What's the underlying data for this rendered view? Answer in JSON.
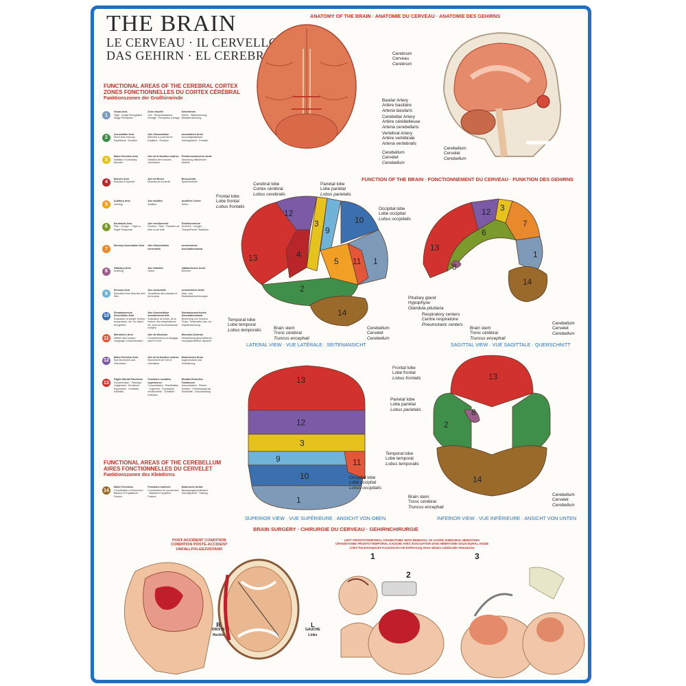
{
  "title": {
    "main": "THE BRAIN",
    "line2": "LE CERVEAU · IL CERVELLO",
    "line3": "DAS GEHIRN · EL CEREBRO"
  },
  "headers": {
    "anatomy": "ANATOMY OF THE BRAIN · ANATOMIE DU CERVEAU · ANATOMIE DES GEHIRNS",
    "function": "FUNCTION OF THE BRAIN · FONCTIONNEMENT DU CERVEAU · FUNKTION DES GEHIRNS",
    "lateral": "LATERAL VIEW · VUE LATÉRALE · SEITENANSICHT",
    "sagittal": "SAGITTAL VIEW · VUE SAGITTALE · QUERSCHNITT",
    "superior": "SUPERIOR VIEW · VUE SUPÉRIEURE · ANSICHT VON OBEN",
    "inferior": "INFERIOR VIEW · VUE INFÉRIEURE · ANSICHT VON UNTEN",
    "surgery": "BRAIN SURGERY · CHIRURGIE DU CERVEAU · GEHIRNCHIRURGIE",
    "post_accident": [
      "POST-ACCIDENT CONDITION",
      "CONDITION POSTE-ACCIDENT",
      "UNFALLFOLGEZUSTAND"
    ],
    "craniotomy": [
      "LEFT FRONTOTEMPORAL CRANIOTOMY WITH REMOVAL OF ACUTE SUBDURAL HEMATOMA",
      "CRANIOTOMIE FRONTO-TEMPORAL GAUCHE AVEC ÉVACUATION D'UN HÉMATOME SOUS-DURAL AIGÜE",
      "Linke frontotemporale Kraniotomie mit Entfernung eines akuten subduralen Hämatoms"
    ]
  },
  "cortex_header": [
    "FUNCTIONAL AREAS OF THE CEREBRAL CORTEX",
    "ZONES FONCTIONNELLES DU CORTEX CÉRÉBRAL",
    "Funktionszonen der Großhirnrinde"
  ],
  "cerebellum_header": [
    "FUNCTIONAL AREAS OF THE CEREBELLUM",
    "AIRES FONCTIONNELLES DU CERVELET",
    "Funktionszonen des Kleinhirns"
  ],
  "legend": [
    {
      "n": "1",
      "color": "#7d9bb8",
      "en": "Visual Area",
      "en2": "Sight · Image Recognition · Image Perception",
      "fr": "Zone visuelle",
      "fr2": "Vue · Reconnaissance d'image · Perception d'image",
      "de": "Sehzentrum",
      "de2": "Sehen · Bilderkennung · Bildwahrnehmung"
    },
    {
      "n": "2",
      "color": "#3f8f4a",
      "en": "Association Area",
      "en2": "Short-term memory · Equilibrium · Emotion",
      "fr": "Aire d'association",
      "fr2": "Mémoire à court terme · Équilibre · Émotion",
      "de": "assoziatives Areal",
      "de2": "Kurzzeitgedächtnis · Gleichgewicht · Emotion"
    },
    {
      "n": "3",
      "color": "#e6c21c",
      "en": "Motor Function Area",
      "en2": "Initiation of Voluntary Muscles",
      "fr": "Aire de la fonction motrice",
      "fr2": "Initiation des muscles volontaires",
      "de": "Primär-motorisches Areal",
      "de2": "Steuerung willkürlicher Motorik"
    },
    {
      "n": "4",
      "color": "#b8262a",
      "en": "Broca's Area",
      "en2": "Muscles of Speech",
      "fr": "Aire de Broca",
      "fr2": "Muscles de la parole",
      "de": "Broca-Areal",
      "de2": "Sprachmotorik"
    },
    {
      "n": "5",
      "color": "#f2a025",
      "en": "Auditory Area",
      "en2": "Hearing",
      "fr": "Aire auditive",
      "fr2": "Audition",
      "de": "Auditiver Cortex",
      "de2": "Hören"
    },
    {
      "n": "6",
      "color": "#7a9a2c",
      "en": "Emotional Area",
      "en2": "Pain · Hunger · \"Fight or Flight\" Response",
      "fr": "Aire émotionnelle",
      "fr2": "Douleur · Faim · Réaction de lutte ou de fuite",
      "de": "Gefühlszentrum",
      "de2": "Schmerz · Hunger · \"Kampf/Flucht\"-Reaktion"
    },
    {
      "n": "7",
      "color": "#e88a2c",
      "en": "Sensory Association Area",
      "en2": "",
      "fr": "Aire d'association sensorielle",
      "fr2": "",
      "de": "sensorisches Assoziationsareal",
      "de2": ""
    },
    {
      "n": "8",
      "color": "#9a5e8a",
      "en": "Olfactory Area",
      "en2": "Smelling",
      "fr": "Aire olfactive",
      "fr2": "Odeur",
      "de": "olfaktorisches Areal",
      "de2": "Riechen"
    },
    {
      "n": "9",
      "color": "#6fb4d8",
      "en": "Sensory Area",
      "en2": "Sensation from Muscles and Skin",
      "fr": "Aire sensorielle",
      "fr2": "Sensations des muscles et de la peau",
      "de": "sensorisches Areal",
      "de2": "Haut- und Muskelwahrnehmungen"
    },
    {
      "n": "10",
      "color": "#3a6fb0",
      "en": "Somatosensory Association Area",
      "en2": "Evaluation of weight, texture, temperature, etc. for object recognition",
      "fr": "Aire d'association somatosensorielle",
      "fr2": "Évaluation du poids, de la texture, des températures, etc. pour la reconnaissance d'objets",
      "de": "Somatosensorisches Assoziationsareal",
      "de2": "Bewertung von Gewicht, Textur, Temperatur usw. zur Objekterkennung"
    },
    {
      "n": "11",
      "color": "#e2563a",
      "en": "Wernicke's Area",
      "en2": "Written and Spoken Language Comprehension",
      "fr": "Aire de Wernicke",
      "fr2": "Compréhension du langage parlé et écrit",
      "de": "Wernicke-Zentrum",
      "de2": "Verarbeitung geschriebener und gesprochener Sprache"
    },
    {
      "n": "12",
      "color": "#7b5aa6",
      "en": "Motor Function Area",
      "en2": "Eye Movement and Orientation",
      "fr": "Aire de la fonction motrice",
      "fr2": "Mouvement de l'œil et orientation",
      "de": "Motorisches Areal",
      "de2": "Augenmotorik und Orientierung"
    },
    {
      "n": "13",
      "color": "#d2322d",
      "en": "Higher Mental Functions",
      "en2": "Concentration · Planning · Judgement · Emotional Expression · Creativity · Inhibition",
      "fr": "Fonctions mentales supérieures",
      "fr2": "Concentration · Planification · Jugement · Expression émotionnelle · Créativité · Inhibition",
      "de": "Mentale Exekutive Funktionen",
      "de2": "Konzentration · Planen · Urteilen · Gefühlsausdruck · Kreativität · Zurückhaltung"
    }
  ],
  "cerebellum_item": {
    "n": "14",
    "color": "#9a6a2a",
    "en": "Motor Functions",
    "en2": "Coordination of Movement · Balance & Equilibrium · Posture",
    "fr": "Fonctions motrices",
    "fr2": "Coordination du mouvement · Balance et équilibre · Posture",
    "de": "Motorische Areale",
    "de2": "Bewegungskoordination · Gleichgewicht · Haltung"
  },
  "labels": {
    "cerebrum": [
      "Cerebrum",
      "Cerveau",
      "Cerebrum"
    ],
    "basilar": [
      "Basilar Artery",
      "Artère basilaire",
      "Arteria basilaris"
    ],
    "cerebellar_artery": [
      "Cerebellar Artery",
      "Artère cérébelleuse",
      "Arteria cerebellaris"
    ],
    "vertebral": [
      "Vertebral Artery",
      "Artère vertébrale",
      "Arteria vertebralis"
    ],
    "cerebellum": [
      "Cerebellum",
      "Cervelet",
      "Cerebellum"
    ],
    "frontal": [
      "Frontal lobe",
      "Lobe frontal",
      "Lobus frontalis"
    ],
    "cerebral": [
      "Cerebral lobe",
      "Cortex cérébral",
      "Lobus cerebralis"
    ],
    "parietal": [
      "Parietal lobe",
      "Lobe pariétal",
      "Lobus parietalis"
    ],
    "occipital": [
      "Occipital lobe",
      "Lobe occipital",
      "Lobus occipitalis"
    ],
    "temporal": [
      "Temporal lobe",
      "Lobe temporal",
      "Lobus temporalis"
    ],
    "stem": [
      "Brain stem",
      "Tronc cérébral",
      "Truncus encephali"
    ],
    "pituitary": [
      "Pituitary gland",
      "Hypophyse",
      "Glandula pituitaria"
    ],
    "respiratory": [
      "Respiratory centers",
      "Centre respiratoire",
      "Pneumotaxic centers"
    ]
  },
  "surgery": {
    "r": "R",
    "r_fr": "DROITE",
    "r_de": "Rechts",
    "l": "L",
    "l_fr": "GAUCHE",
    "l_de": "Links",
    "step1": "1",
    "step2": "2",
    "step3": "3"
  },
  "colors": {
    "frame": "#1f6fc4",
    "red": "#c8302a"
  }
}
